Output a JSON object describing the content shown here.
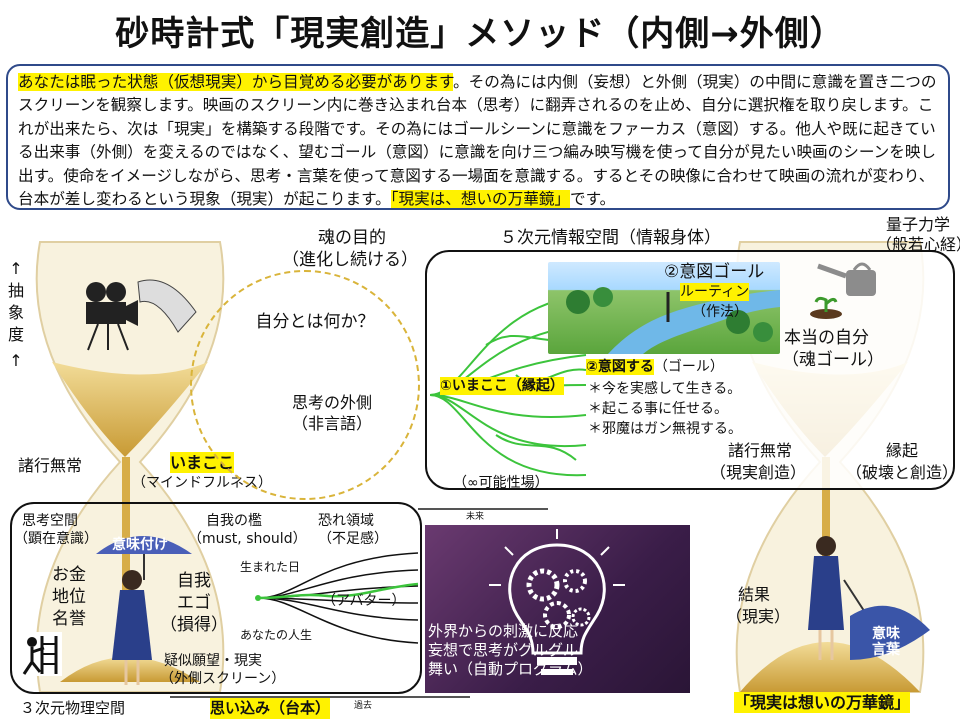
{
  "title": "砂時計式「現実創造」メソッド（内側→外側）",
  "intro": {
    "highlight_start": "あなたは眠った状態（仮想現実）から目覚める必要があります",
    "body": "。その為には内側（妄想）と外側（現実）の中間に意識を置き二つのスクリーンを観察します。映画のスクリーン内に巻き込まれ台本（思考）に翻弄されるのを止め、自分に選択権を取り戻します。これが出来たら、次は「現実」を構築する段階です。その為にはゴールシーンに意識をファーカス（意図）する。他人や既に起きている出来事（外側）を変えるのではなく、望むゴール（意図）に意識を向け三つ編み映写機を使って自分が見たい映画のシーンを映し出す。使命をイメージしながら、思考・言葉を使って意図する一場面を意識する。するとその映像に合わせて映画の流れが変わり、台本が差し変わるという現象（現実）が起こります。",
    "highlight_end": "「現実は、想いの万華鏡」",
    "tail": "です。"
  },
  "left": {
    "abstraction_top": "↑",
    "abstraction": "抽象度",
    "abstraction_bottom": "↑",
    "shogyo": "諸行無常",
    "imakoko": "いまここ",
    "mindfulness": "（マインドフルネス）"
  },
  "center": {
    "soul_purpose": "魂の目的",
    "evolve": "（進化し続ける）",
    "who_am_i": "自分とは何か？",
    "outside_thought": "思考の外側",
    "nonverbal": "（非言語）"
  },
  "box5d": {
    "heading": "５次元情報空間（情報身体）",
    "imakoko_node": "①いまここ（縁起）",
    "intention": "②意図する",
    "intention_suffix": "（ゴール）",
    "bullets": [
      "＊今を実感して生きる。",
      "＊起こる事に任せる。",
      "＊邪魔はガン無視する。"
    ],
    "possibility_field": "（∞可能性場）",
    "goal_label": "②意図ゴール",
    "routine": "ルーティン",
    "sahou": "（作法）"
  },
  "right": {
    "quantum": "量子力学",
    "hannya": "（般若心経）",
    "true_self": "本当の自分",
    "soul_goal": "（魂ゴール）",
    "shogyo": "諸行無常",
    "reality_creation": "（現実創造）",
    "engi": "縁起",
    "destroy_create": "（破壊と創造）",
    "result": "結果",
    "reality": "（現実）",
    "meaning_words": "意味\n言葉",
    "bottom_banner": "「現実は想いの万華鏡」"
  },
  "box3d": {
    "thought_space": "思考空間",
    "manifest_consciousness": "（顕在意識）",
    "meaning_assign": "意味付け",
    "money_status": "お金\n地位\n名誉",
    "ego": "自我\nエゴ\n（損得）",
    "cage": "自我の檻",
    "must_should": "（must, should）",
    "fear_zone": "恐れ領域",
    "lack": "（不足感）",
    "born_day": "生まれた日",
    "your_life": "あなたの人生",
    "avatar": "（アバター）",
    "pseudo_desire": "疑似願望・現実",
    "outer_screen": "（外側スクリーン）",
    "future": "未来",
    "past": "過去",
    "physical_space": "３次元物理空間",
    "script": "思い込み（台本）"
  },
  "bulb": {
    "text": "外界からの刺激に反応\n妄想で思考がグルグル\n舞い（自動プログラム）"
  },
  "colors": {
    "accent_yellow": "#fff200",
    "frame_blue": "#2f4a8a",
    "tree_green": "#3cc43c",
    "sand_gold": "#d7ad48"
  }
}
